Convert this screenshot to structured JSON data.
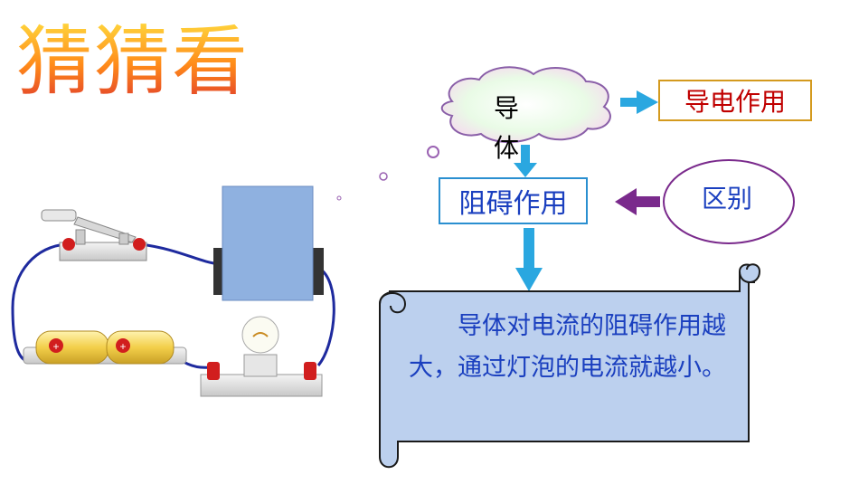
{
  "title": "猜猜看",
  "flow": {
    "conductor": "导体",
    "conduction": "导电作用",
    "resistance": "阻碍作用",
    "difference": "区别",
    "explanation": "导体对电流的阻碍作用越大，通过灯泡的电流就越小。"
  },
  "colors": {
    "text_blue": "#1a3fbf",
    "text_red": "#c00000",
    "arrow_blue": "#2aa7e0",
    "arrow_purple": "#7a2a8c",
    "wire": "#1e2a9e",
    "scroll_fill": "#bcd0ee"
  }
}
